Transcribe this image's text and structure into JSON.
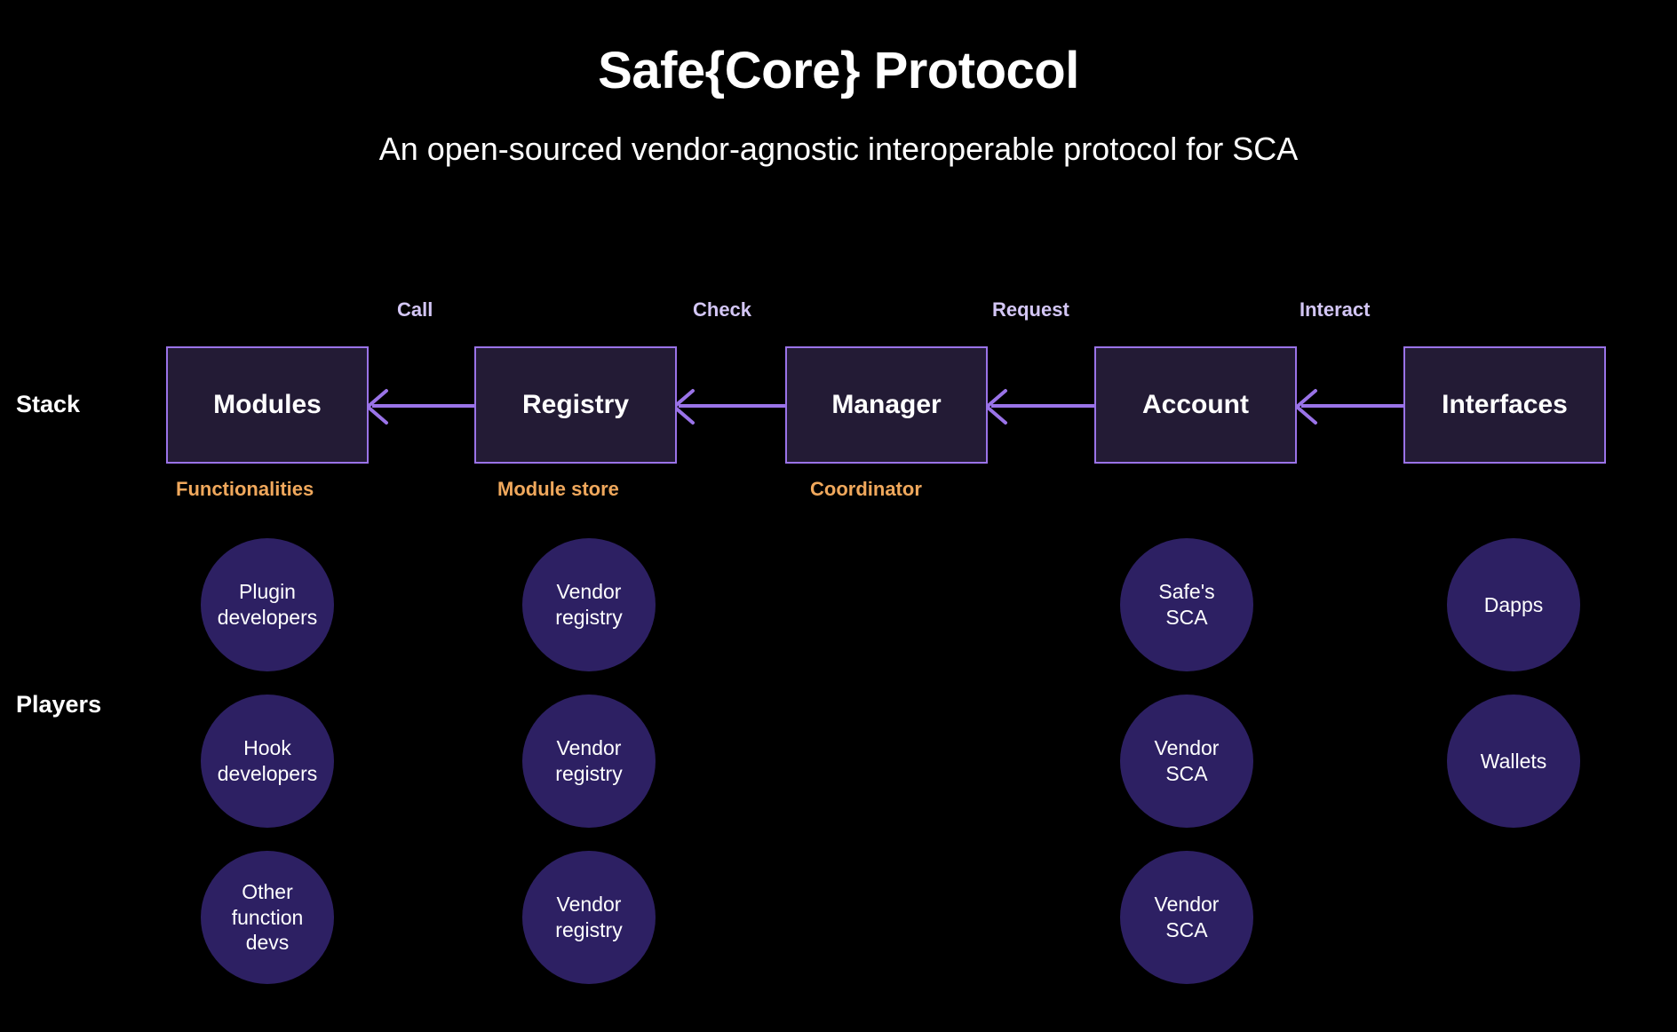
{
  "header": {
    "title": "Safe{Core} Protocol",
    "subtitle": "An open-sourced vendor-agnostic interoperable protocol for SCA"
  },
  "row_labels": {
    "stack": "Stack",
    "players": "Players"
  },
  "colors": {
    "background": "#000000",
    "box_fill": "#231b35",
    "box_border": "#9a73e8",
    "arrow": "#9a73e8",
    "arrow_caption": "#d3c6f5",
    "sub_caption_orange": "#f0a85c",
    "circle_fill": "#2d2063",
    "text": "#ffffff"
  },
  "stack": {
    "boxes": [
      {
        "label": "Modules",
        "sub_caption": "Functionalities"
      },
      {
        "label": "Registry",
        "sub_caption": "Module store"
      },
      {
        "label": "Manager",
        "sub_caption": "Coordinator"
      },
      {
        "label": "Account",
        "sub_caption": ""
      },
      {
        "label": "Interfaces",
        "sub_caption": ""
      }
    ],
    "arrows": [
      {
        "caption": "Call",
        "from": "Registry",
        "to": "Modules",
        "direction": "left"
      },
      {
        "caption": "Check",
        "from": "Manager",
        "to": "Registry",
        "direction": "left"
      },
      {
        "caption": "Request",
        "from": "Account",
        "to": "Manager",
        "direction": "left"
      },
      {
        "caption": "Interact",
        "from": "Interfaces",
        "to": "Account",
        "direction": "left"
      }
    ]
  },
  "players": {
    "columns": [
      {
        "under": "Modules",
        "circles": [
          "Plugin\ndevelopers",
          "Hook\ndevelopers",
          "Other\nfunction\ndevs"
        ]
      },
      {
        "under": "Registry",
        "circles": [
          "Vendor\nregistry",
          "Vendor\nregistry",
          "Vendor\nregistry"
        ]
      },
      {
        "under": "Manager",
        "circles": []
      },
      {
        "under": "Account",
        "circles": [
          "Safe's\nSCA",
          "Vendor\nSCA",
          "Vendor\nSCA"
        ]
      },
      {
        "under": "Interfaces",
        "circles": [
          "Dapps",
          "Wallets"
        ]
      }
    ]
  }
}
